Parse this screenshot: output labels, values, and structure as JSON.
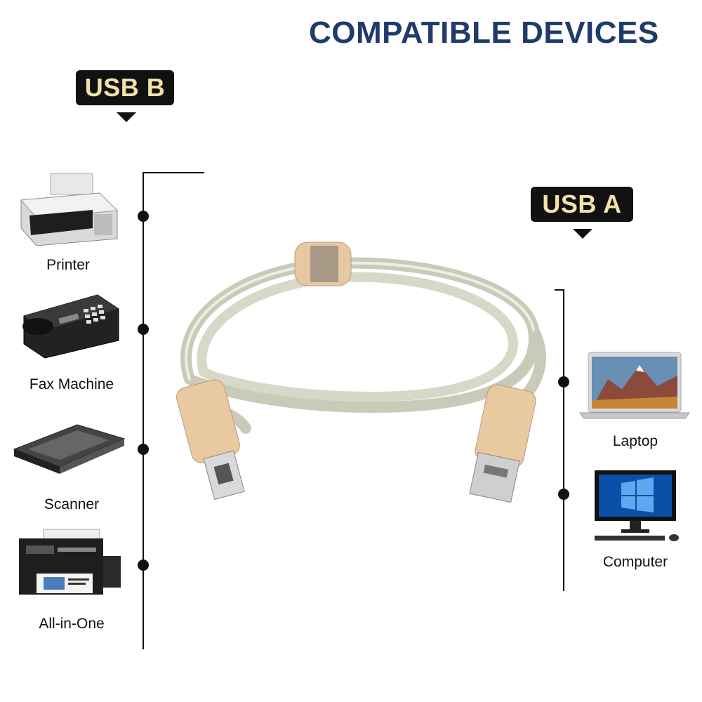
{
  "title": "COMPATIBLE DEVICES",
  "colors": {
    "title": "#1f3a6b",
    "badge_bg": "#111111",
    "badge_text": "#f3e2a8",
    "line": "#111111",
    "cable": "#c9cbb8",
    "connector": "#e9c9a0"
  },
  "usb_b": {
    "label": "USB B",
    "devices": [
      {
        "label": "Printer",
        "icon": "printer-icon"
      },
      {
        "label": "Fax Machine",
        "icon": "fax-machine-icon"
      },
      {
        "label": "Scanner",
        "icon": "scanner-icon"
      },
      {
        "label": "All-in-One",
        "icon": "all-in-one-printer-icon"
      }
    ]
  },
  "usb_a": {
    "label": "USB A",
    "devices": [
      {
        "label": "Laptop",
        "icon": "laptop-icon"
      },
      {
        "label": "Computer",
        "icon": "desktop-computer-icon"
      }
    ]
  }
}
